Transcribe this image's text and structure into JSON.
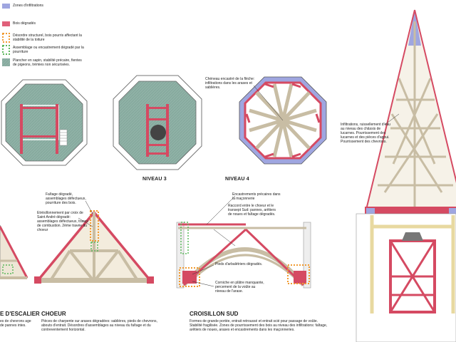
{
  "legend": {
    "items": [
      {
        "label": "Zones d'infiltrations",
        "color": "#9fa6e0",
        "style": "fill"
      },
      {
        "label": "Bois dégradés",
        "color": "#e0607a",
        "style": "fill"
      },
      {
        "label": "Désordre structurel, bois pourris affectant la stabilité de la toiture",
        "color": "#f29a2e",
        "style": "dash"
      },
      {
        "label": "Assemblage ou encastrement dégradé par la pourriture",
        "color": "#5cb85c",
        "style": "dash"
      },
      {
        "label": "Plancher en sapin, stabilité précaire, fientes de pigeons, trémies non sécurisées.",
        "color": "#8fb1a6",
        "style": "fill"
      }
    ]
  },
  "plans": {
    "niveau3": "NIVEAU 3",
    "niveau4": "NIVEAU 4",
    "niveau4_note": "Chéneau encastré de la flèche: infiltrations dans les arases et sablières."
  },
  "spire_note": "Infiltrations, ruissellement d'eau au niveau des châssis de lucarnes. Pourrissement des lucarnes et des pièces d'appui. Pourrissement des chevrons.",
  "choeur": {
    "note1": "Faîtage dégradé, assemblages défectueux, pourriture des bois.",
    "note2": "Etrésillonnement par croix de Saint André dégradé: assemblages défectueux, traces de combustion. 2ème travée du choeur",
    "title": "CHOEUR",
    "desc": "Pièces de charpente sur arases dégradées: sablières, pieds de chevrons, abouts d'entrait. Désordres d'assemblages au niveau du faîtage et du contreventement horizontal."
  },
  "escalier": {
    "title": "E D'ESCALIER",
    "desc": "es de chevrons age de pannes intes."
  },
  "croisillon": {
    "note1": "Encastrements précaires dans la maçonnerie",
    "note2": "Raccord entre le choeur et le transept Sud: pannes, arêtiers de noues et faîtage dégradés.",
    "note3": "Pieds d'arbalétriers dégradés.",
    "note4": "Corniche en plâtre manquante, percement de la voûte au niveau de l'arase.",
    "title": "CROISILLON SUD",
    "desc": "Formes de grande portée, entrait retroussé et entrait scié pour passage de voûte. Stabilité fragilisée. Zones de pourrissement des bois au niveau des infiltrations: faîtage, arêtiers de noues, arases et encastrements dans les maçonneries."
  }
}
